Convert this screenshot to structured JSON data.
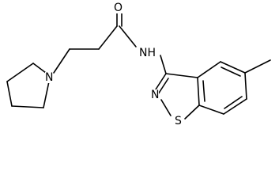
{
  "labels": {
    "oxygen": "O",
    "amide_nh": "NH",
    "ring_nitrogen": "N",
    "pyrrolidine_nitrogen": "N",
    "sulfur": "S"
  }
}
